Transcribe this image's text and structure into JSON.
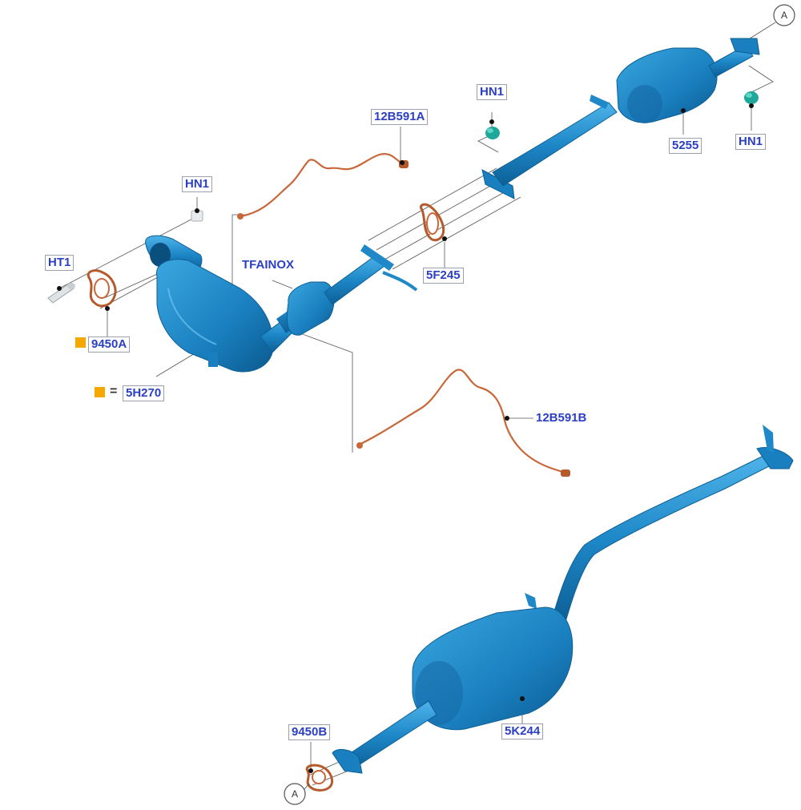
{
  "labels": {
    "ht1": "HT1",
    "hn1_left": "HN1",
    "hn1_center": "HN1",
    "hn1_right": "HN1",
    "p12b591a": "12B591A",
    "p12b591b": "12B591B",
    "p5255": "5255",
    "p5f245": "5F245",
    "p9450a": "9450A",
    "p9450b": "9450B",
    "p5k244": "5K244",
    "tfainox": "TFAINOX",
    "legend_code": "5H270",
    "legend_equals": "=",
    "ref_a_top": "A",
    "ref_a_bottom": "A"
  },
  "colors": {
    "part_blue": "#1e88c8",
    "part_blue_dark": "#0d5f96",
    "part_blue_light": "#4fb3e8",
    "copper": "#c8683a",
    "label_blue": "#2b3fc4",
    "marker_orange": "#f5a800",
    "hanger_teal": "#1fa89a"
  }
}
